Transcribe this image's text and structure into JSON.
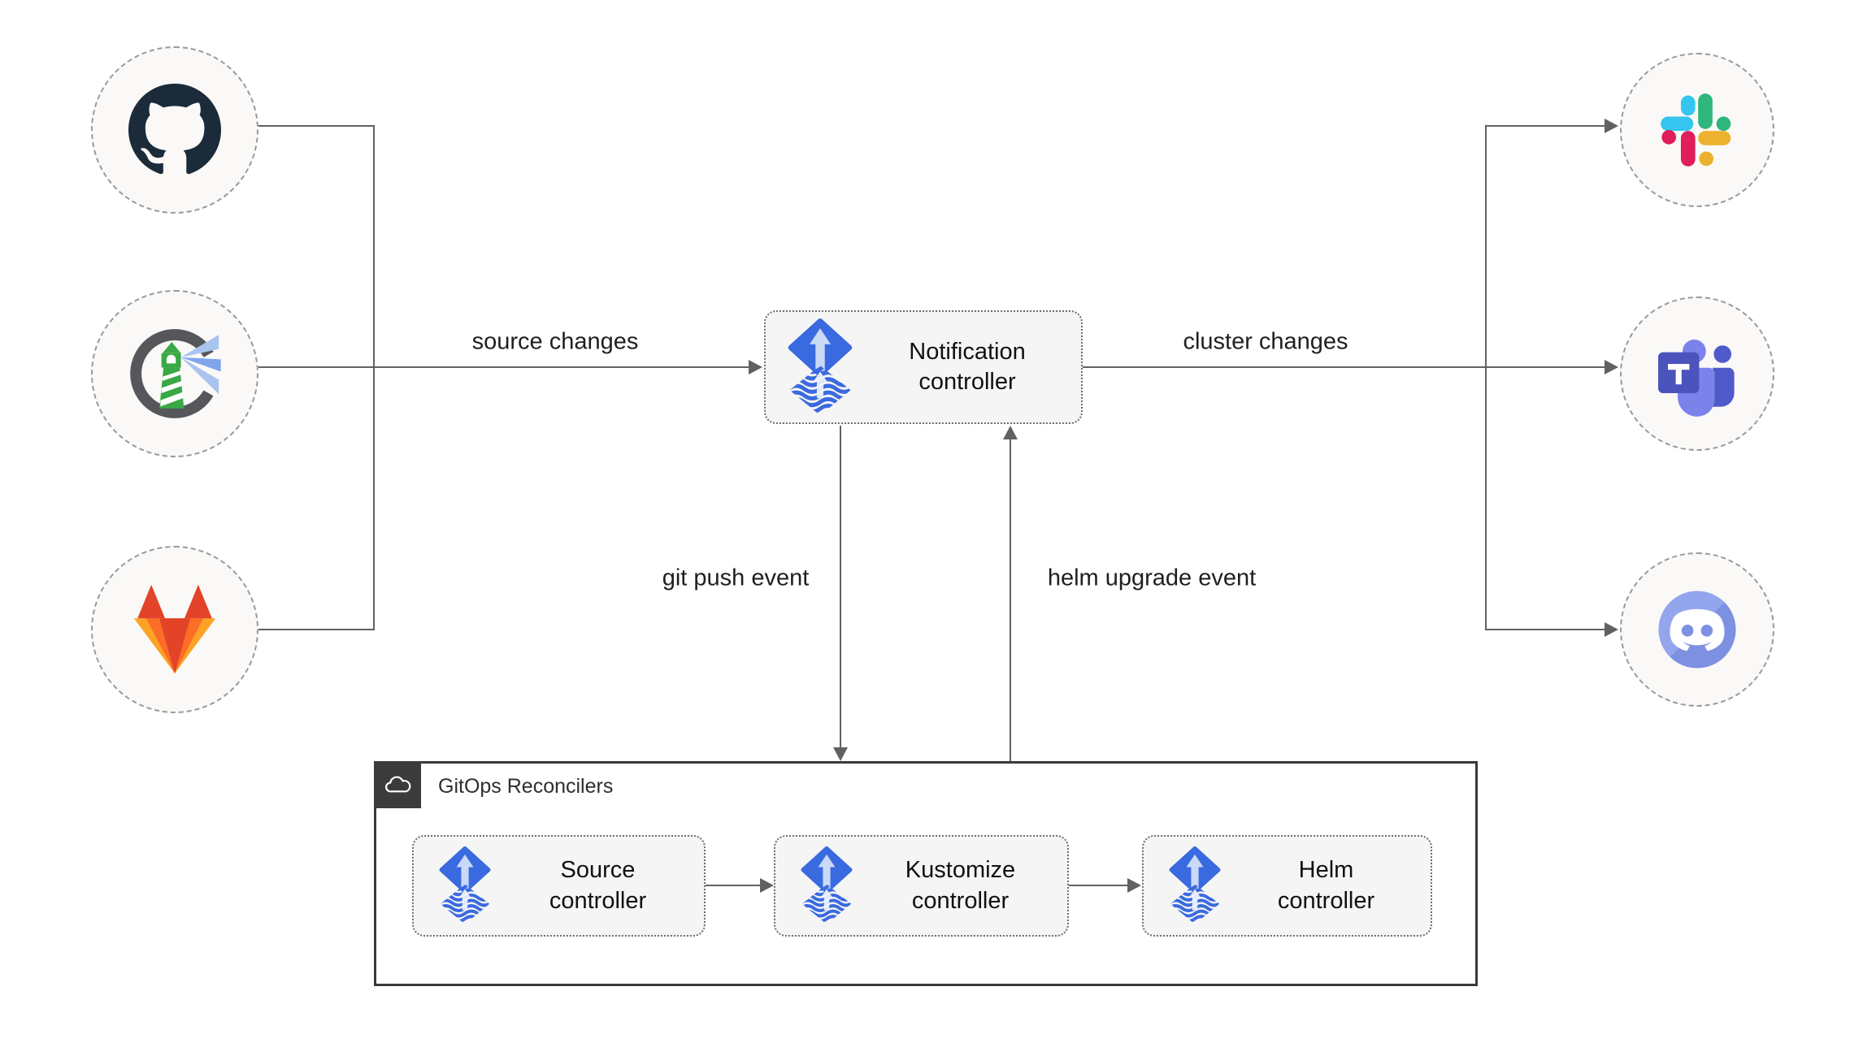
{
  "nodes": {
    "notification_label": "Notification controller",
    "source_label": "Source controller",
    "kustomize_label": "Kustomize controller",
    "helm_label": "Helm controller"
  },
  "edge_labels": {
    "source_changes": "source changes",
    "cluster_changes": "cluster changes",
    "git_push_event": "git push event",
    "helm_upgrade_event": "helm upgrade event"
  },
  "group": {
    "title": "GitOps Reconcilers"
  },
  "icon_nodes": {
    "left": [
      "github-icon",
      "harbor-icon",
      "gitlab-icon"
    ],
    "right": [
      "slack-icon",
      "ms-teams-icon",
      "discord-icon"
    ]
  },
  "colors": {
    "connector": "#616161",
    "text": "#1F1F1F",
    "node_fill": "#F5F5F5",
    "node_border": "#6E6E6E",
    "circle_fill": "#FAF9F7",
    "circle_border": "#9A9A9A",
    "group_border": "#3A3A3A",
    "tag_bg": "#3B3B3B",
    "flux_blue": "#3A6AE0",
    "flux_arrow_light": "#C9D9F6",
    "github_dark": "#1B2B3A",
    "harbor_gray": "#56575B",
    "harbor_green": "#39A845",
    "harbor_beam_blue": "#7FA6EC",
    "gitlab_red": "#E24329",
    "gitlab_orange": "#FC6D26",
    "gitlab_yellow": "#FCA326",
    "slack_blue": "#36C5F0",
    "slack_green": "#2EB67D",
    "slack_red": "#E01E5A",
    "slack_yellow": "#ECB22E",
    "teams_purple": "#4B53BC",
    "teams_light": "#7B83EB",
    "teams_mid": "#5059C9",
    "discord_blurple": "#8494E5"
  }
}
